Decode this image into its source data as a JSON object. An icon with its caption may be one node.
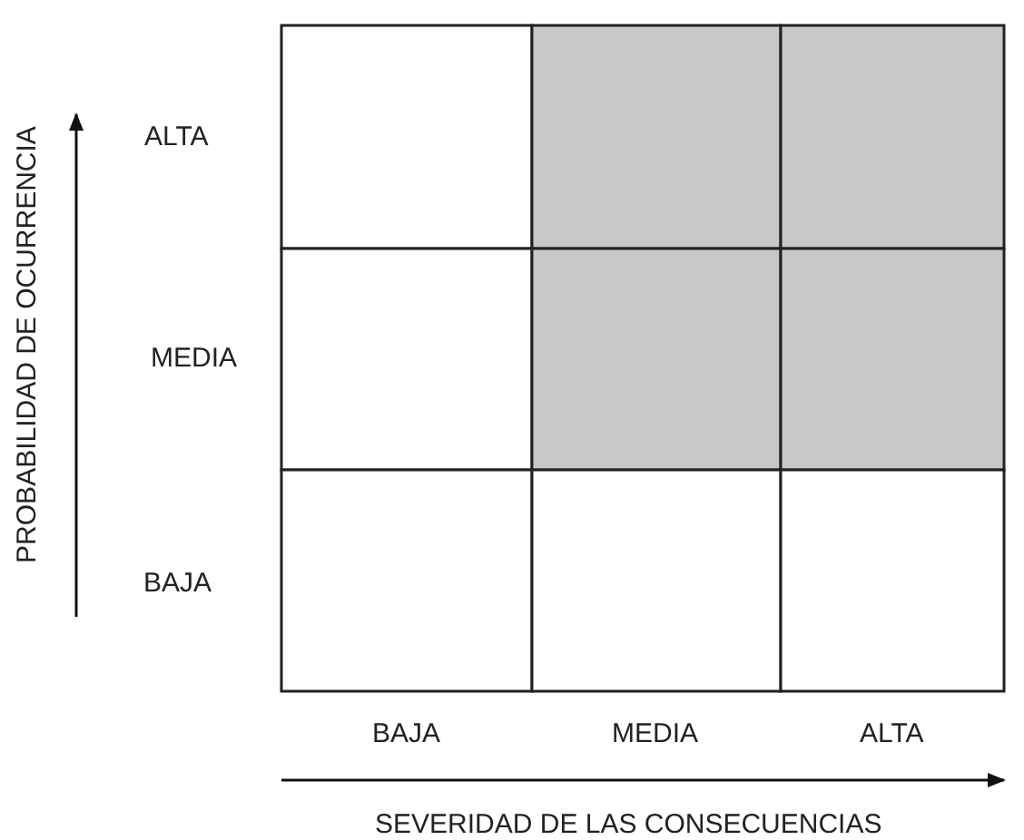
{
  "diagram": {
    "labels": [
      "PROBABILIDAD DE OCURRENCIA",
      "ALTA",
      "MEDIA",
      "BAJA",
      "BAJA",
      "MEDIA",
      "ALTA",
      "SEVERIDAD DE LAS CONSECUENCIAS"
    ]
  }
}
